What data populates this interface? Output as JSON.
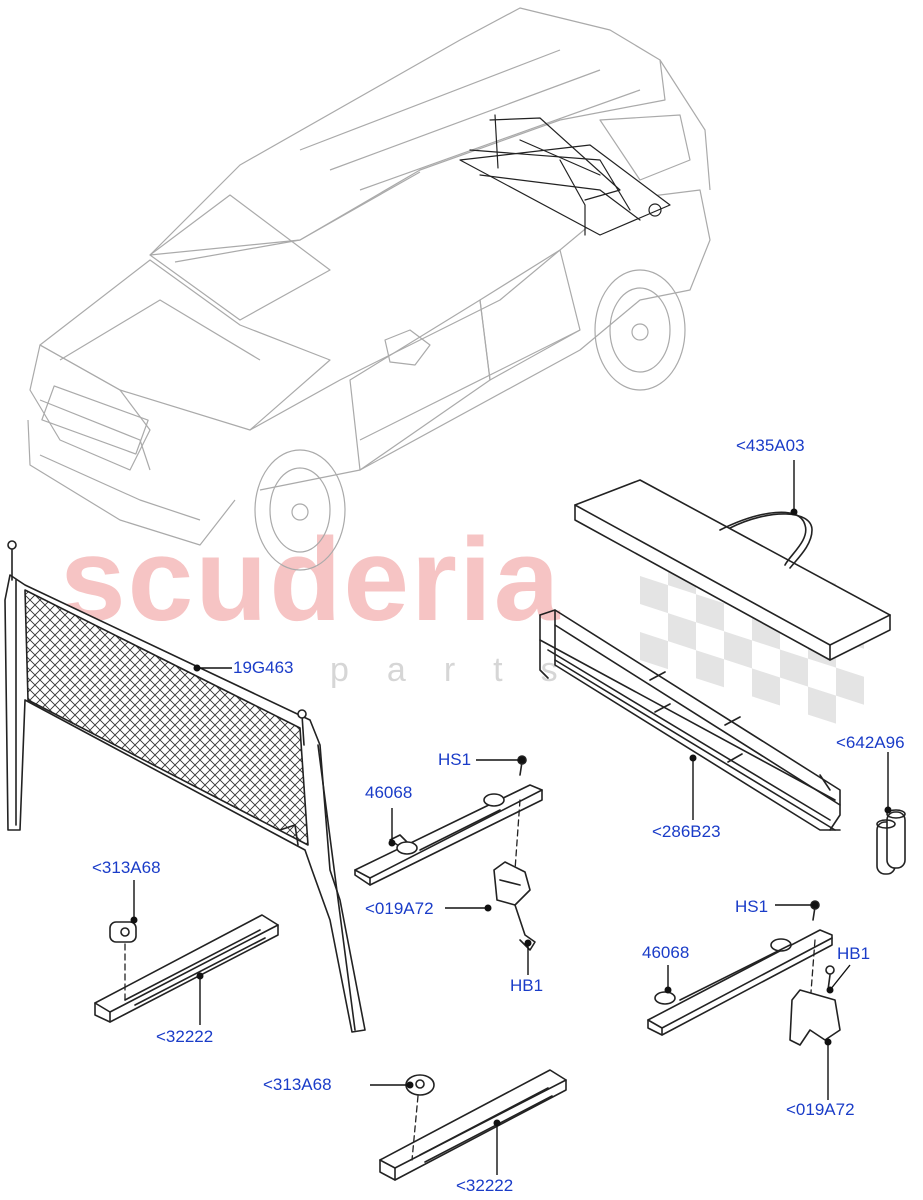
{
  "watermark": {
    "brand": "scuderia",
    "sub": "parts"
  },
  "labels": {
    "l435a03": "<435A03",
    "l19g463": "19G463",
    "l642a96": "<642A96",
    "l286b23": "<286B23",
    "hs1_a": "HS1",
    "p46068_a": "46068",
    "l019a72_a": "<019A72",
    "hb1_a": "HB1",
    "l313a68_a": "<313A68",
    "l32222_a": "<32222",
    "hs1_b": "HS1",
    "p46068_b": "46068",
    "hb1_b": "HB1",
    "l019a72_b": "<019A72",
    "l313a68_b": "<313A68",
    "l32222_b": "<32222"
  },
  "colors": {
    "label": "#1a3cc8",
    "watermark_red": "#f6c4c4",
    "watermark_grey": "#d6d6d6"
  }
}
